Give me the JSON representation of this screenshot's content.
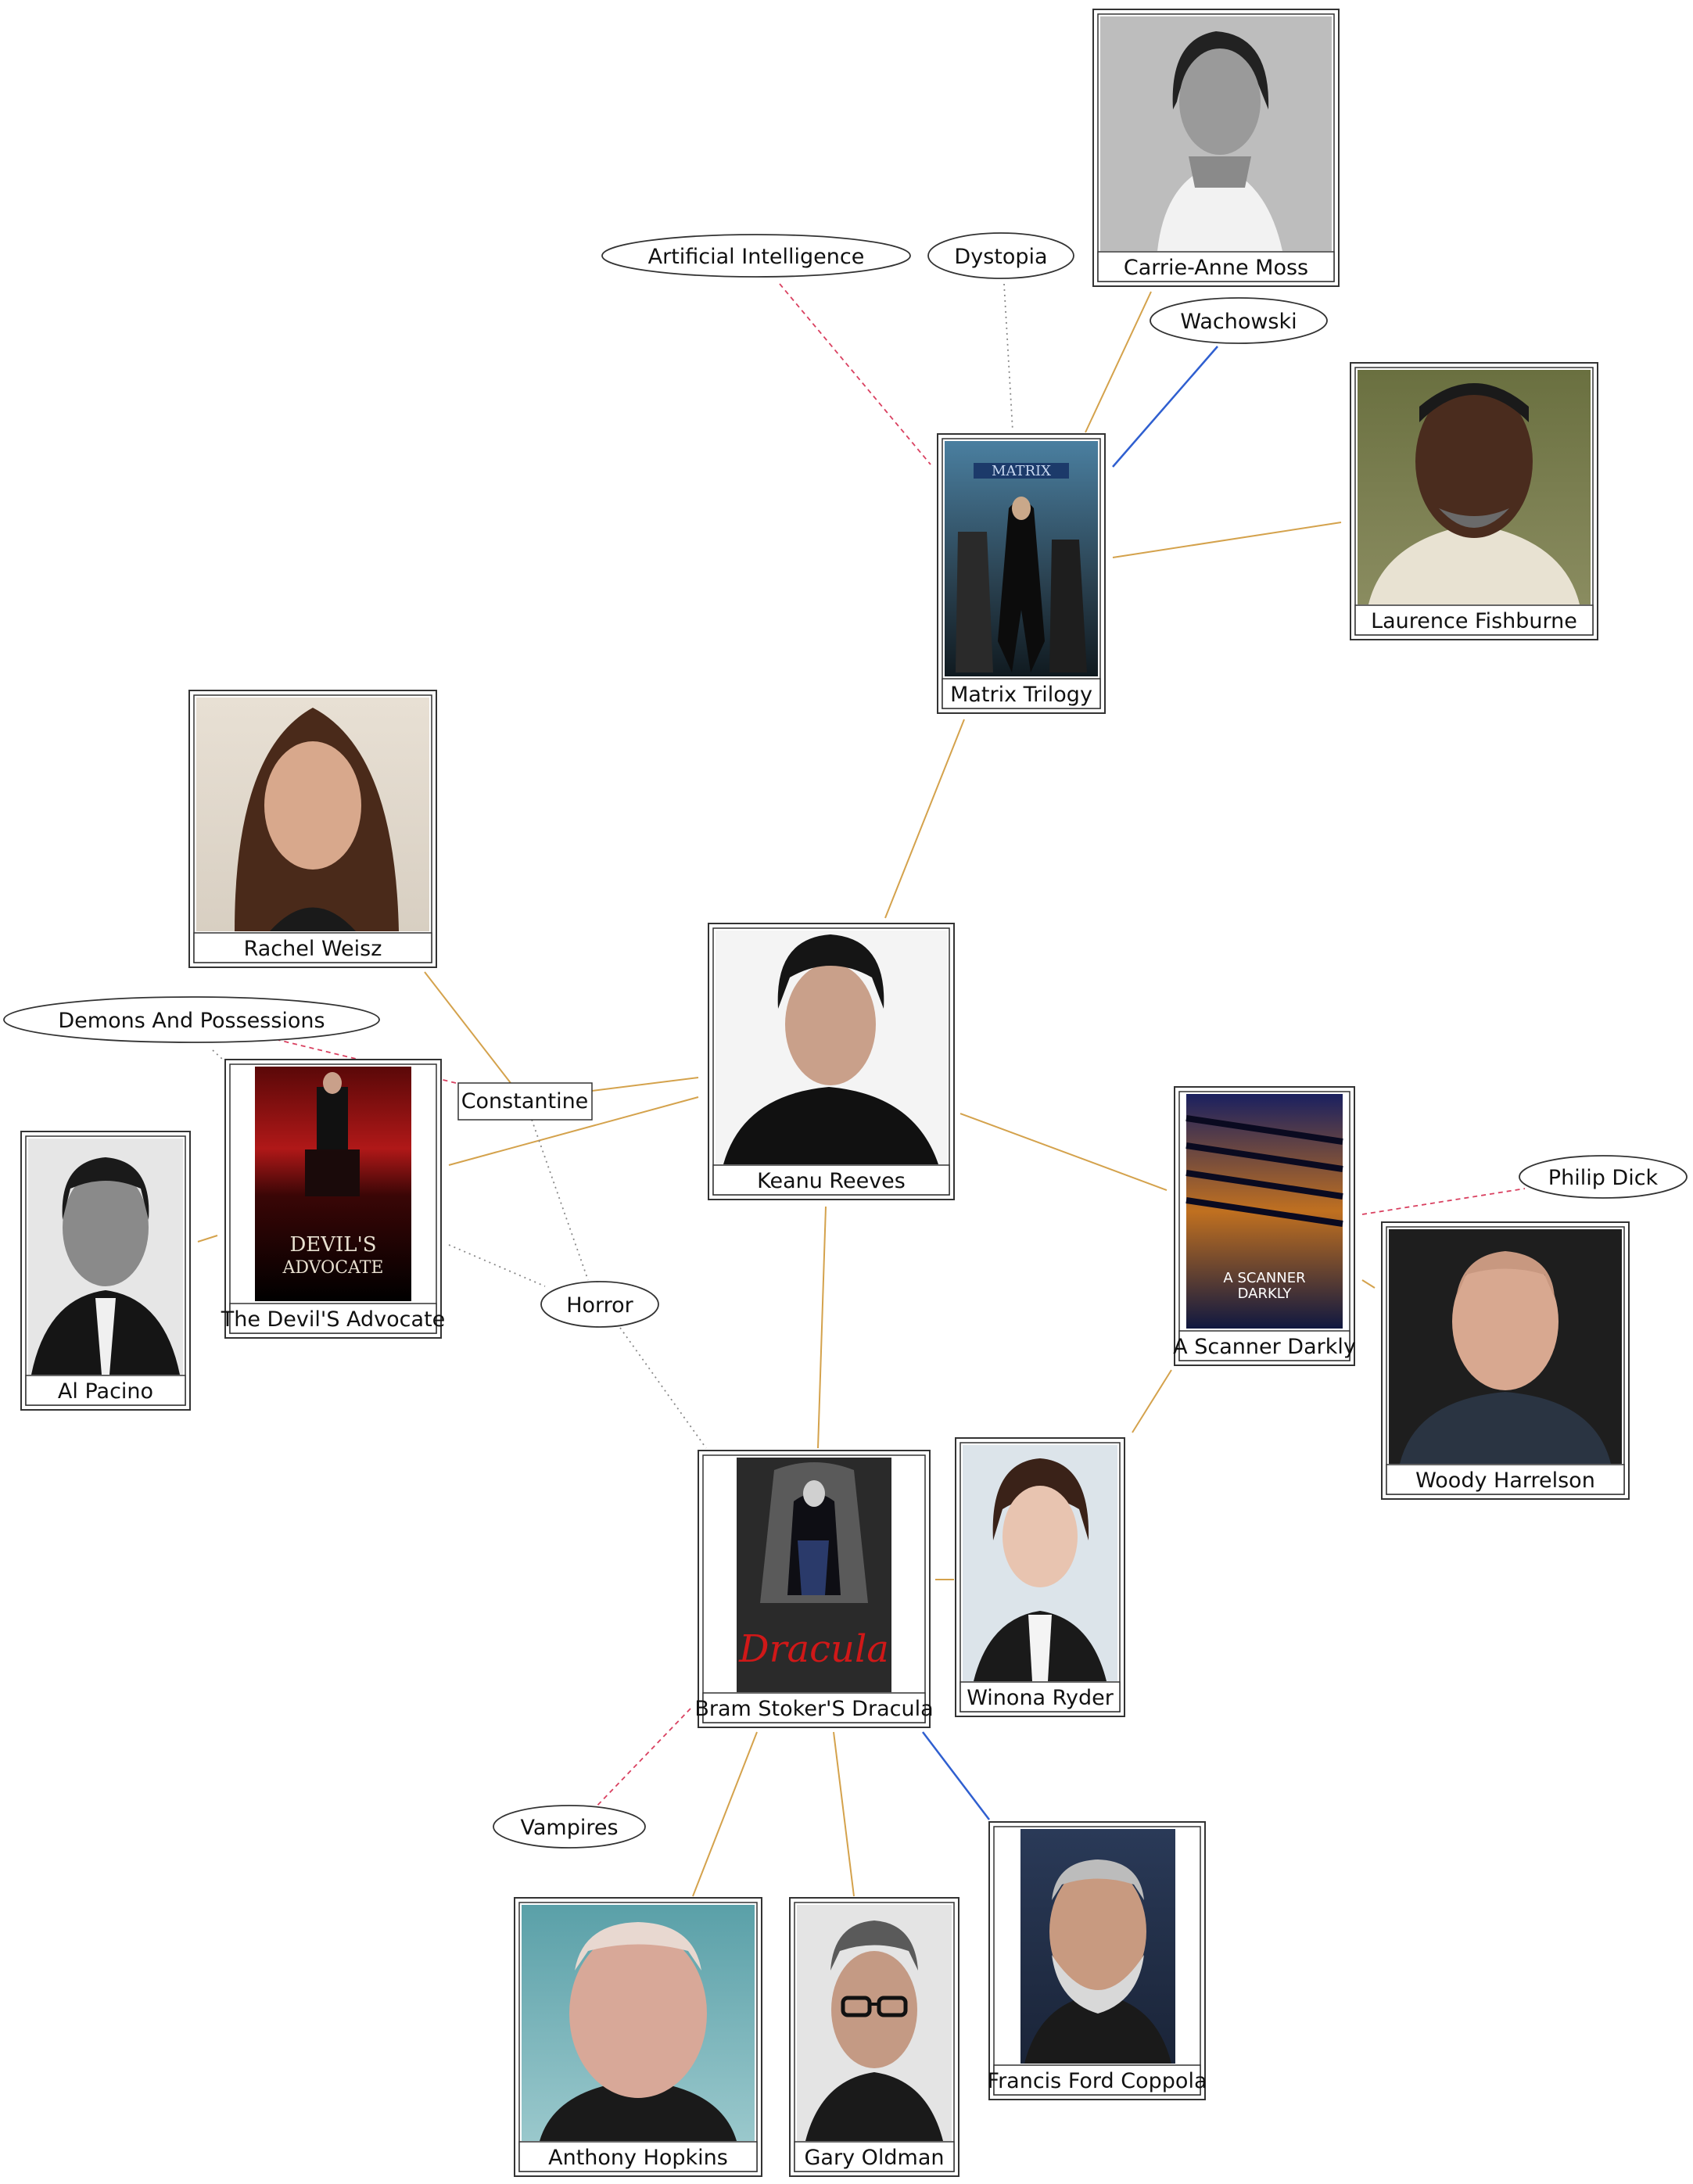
{
  "colors": {
    "actor_edge": "#d4a24c",
    "director_edge": "#2f5fd0",
    "dashed_edge": "#d94060",
    "dotted_edge": "#888888",
    "border": "#333333"
  },
  "nodes": {
    "keanu": {
      "label": "Keanu Reeves",
      "kind": "person",
      "icon": "portrait-man-dark-hair"
    },
    "matrix": {
      "label": "Matrix Trilogy",
      "kind": "movie",
      "icon": "poster-matrix"
    },
    "carrie": {
      "label": "Carrie-Anne Moss",
      "kind": "person",
      "icon": "portrait-woman-bw"
    },
    "laurence": {
      "label": "Laurence Fishburne",
      "kind": "person",
      "icon": "portrait-man-green-bg"
    },
    "rachel": {
      "label": "Rachel Weisz",
      "kind": "person",
      "icon": "portrait-woman-brown-hair"
    },
    "devils": {
      "label": "The Devil'S Advocate",
      "kind": "movie",
      "icon": "poster-devils-advocate"
    },
    "pacino": {
      "label": "Al Pacino",
      "kind": "person",
      "icon": "portrait-man-bw"
    },
    "scanner": {
      "label": "A Scanner Darkly",
      "kind": "movie",
      "icon": "poster-scanner-darkly"
    },
    "woody": {
      "label": "Woody Harrelson",
      "kind": "person",
      "icon": "portrait-man-bald"
    },
    "dracula": {
      "label": "Bram Stoker'S Dracula",
      "kind": "movie",
      "icon": "poster-dracula"
    },
    "winona": {
      "label": "Winona Ryder",
      "kind": "person",
      "icon": "portrait-woman-dark-hair"
    },
    "hopkins": {
      "label": "Anthony Hopkins",
      "kind": "person",
      "icon": "portrait-man-teal-bg"
    },
    "oldman": {
      "label": "Gary Oldman",
      "kind": "person",
      "icon": "portrait-man-glasses"
    },
    "coppola": {
      "label": "Francis Ford Coppola",
      "kind": "person",
      "icon": "portrait-man-beard"
    },
    "constantine": {
      "label": "Constantine",
      "kind": "movie-text"
    }
  },
  "tags": {
    "ai": "Artificial Intelligence",
    "dystopia": "Dystopia",
    "wachowski": "Wachowski",
    "demons": "Demons And Possessions",
    "horror": "Horror",
    "philip": "Philip Dick",
    "vampires": "Vampires"
  }
}
